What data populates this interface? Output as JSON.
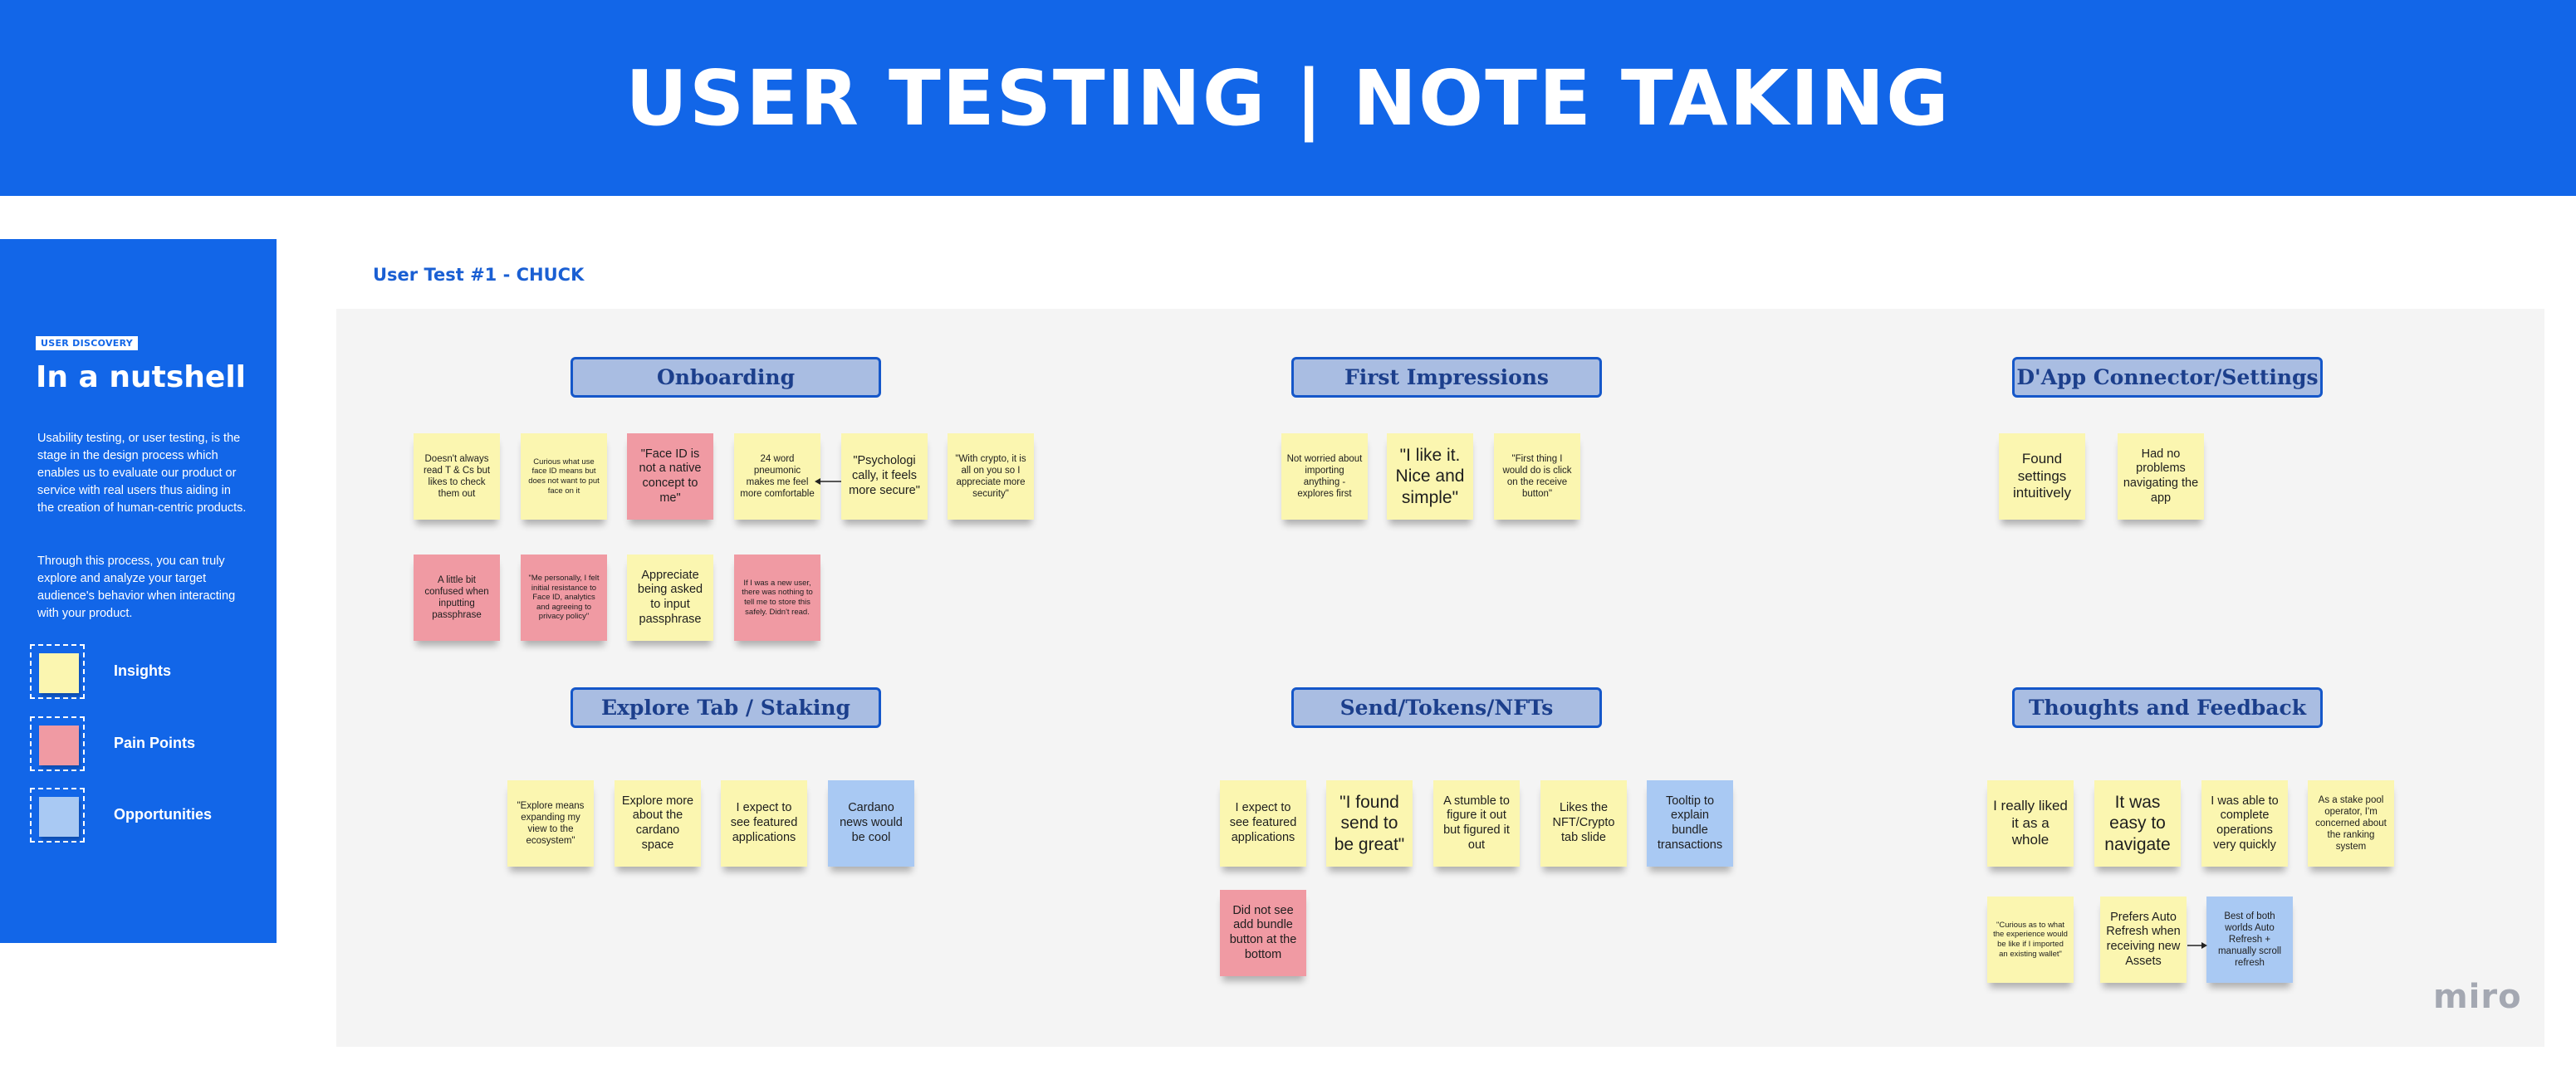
{
  "header": {
    "title": "USER TESTING | NOTE TAKING"
  },
  "sidebar": {
    "tag": "USER DISCOVERY",
    "heading": "In a nutshell",
    "paragraph1": "Usability testing, or user testing, is the stage in the design process which enables us to evaluate our product or service with real users thus aiding in the creation of human-centric products.",
    "paragraph2": "Through this process, you can truly explore and analyze your target audience's behavior when interacting with your product.",
    "legend": [
      {
        "label": "Insights",
        "color": "#fbf6b0"
      },
      {
        "label": "Pain Points",
        "color": "#f09aa3"
      },
      {
        "label": "Opportunities",
        "color": "#a9c9f3"
      }
    ]
  },
  "test_title": "User Test #1 - CHUCK",
  "sections": {
    "onboarding": {
      "title": "Onboarding",
      "notes": [
        "Doesn't always read T & Cs but likes to check them out",
        "Curious what use face ID means but does not want to put face on it",
        "\"Face ID is not a native concept to me\"",
        "24 word pneumonic makes me feel more comfortable",
        "\"Psychologi cally, it feels more secure\"",
        "\"With crypto, it is all on you so I appreciate more security\"",
        "A little bit confused when inputting passphrase",
        "\"Me personally, I felt initial resistance to Face ID, analytics and agreeing to privacy policy\"",
        "Appreciate being asked to input passphrase",
        "If I was a new user, there was nothing to tell me to store this safely. Didn't read."
      ]
    },
    "first_impressions": {
      "title": "First Impressions",
      "notes": [
        "Not worried about importing anything - explores first",
        "\"I like it. Nice and simple\"",
        "\"First thing I would do is click on the receive button\""
      ]
    },
    "dapp": {
      "title": "D'App Connector/Settings",
      "notes": [
        "Found settings intuitively",
        "Had no problems navigating the app"
      ]
    },
    "explore": {
      "title": "Explore Tab / Staking",
      "notes": [
        "\"Explore means expanding my view to the ecosystem\"",
        "Explore more about the cardano space",
        "I expect to see featured applications",
        "Cardano news would be cool"
      ]
    },
    "send": {
      "title": "Send/Tokens/NFTs",
      "notes": [
        "I expect to see featured applications",
        "\"I found send to be great\"",
        "A stumble to figure it out but figured it out",
        "Likes the NFT/Crypto tab slide",
        "Tooltip to explain bundle transactions",
        "Did not see add bundle button at the bottom"
      ]
    },
    "thoughts": {
      "title": "Thoughts and Feedback",
      "notes": [
        "I really liked it as a whole",
        "It was easy to navigate",
        "I was able to complete operations very quickly",
        "As a stake pool operator, I'm concerned about the ranking system",
        "\"Curious as to what the experience would be like if I imported an existing wallet\"",
        "Prefers Auto Refresh when receiving new Assets",
        "Best of both worlds Auto Refresh + manually scroll refresh"
      ]
    }
  },
  "brand": {
    "name": "miro"
  }
}
